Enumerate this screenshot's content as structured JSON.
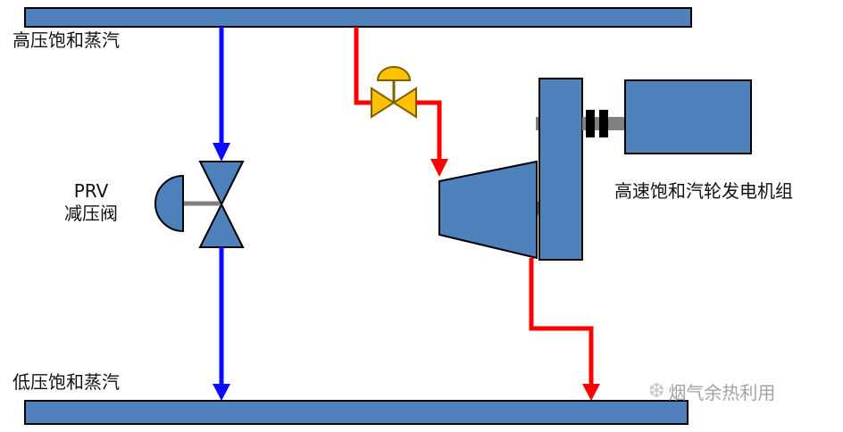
{
  "diagram": {
    "labels": {
      "high_pressure_steam": "高压饱和蒸汽",
      "low_pressure_steam": "低压饱和蒸汽",
      "prv_abbr": "PRV",
      "prv_name": "减压阀",
      "turbine_generator": "高速饱和汽轮发电机组",
      "watermark": "烟气余热利用",
      "watermark_icon": "❆"
    },
    "colors": {
      "pipe_fill": "#4f81bd",
      "pipe_stroke": "#000000",
      "hp_line_blue": "#0b0bff",
      "lp_line_red": "#ff0000",
      "valve_fill": "#ffc000",
      "valve_stroke": "#7f6000",
      "shaft_gray": "#808080",
      "coupling_black": "#000000",
      "watermark_gray": "#a3a3a3"
    }
  }
}
